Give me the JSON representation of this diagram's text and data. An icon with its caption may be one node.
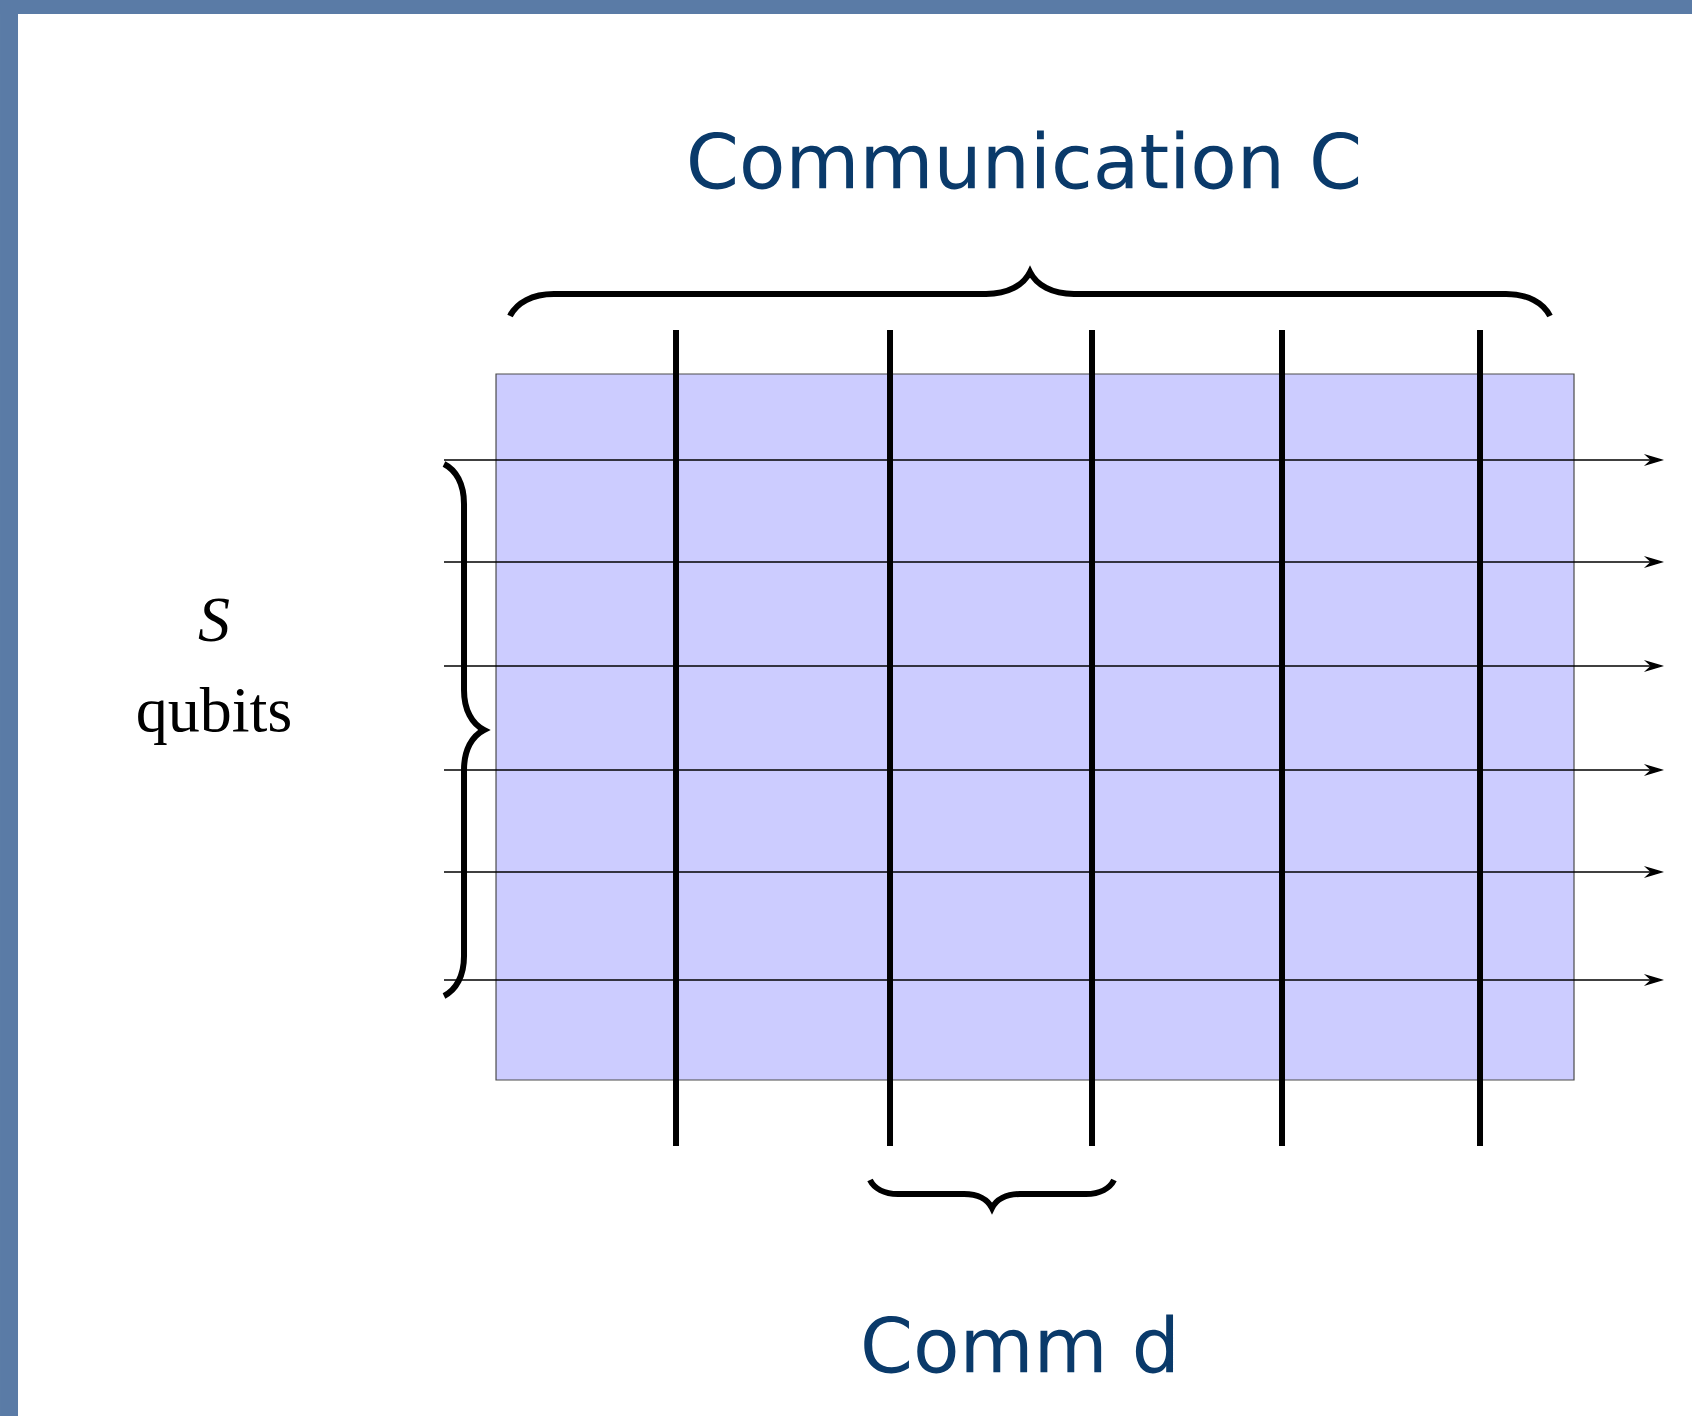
{
  "diagram": {
    "labels": [
      "Communication C",
      "S",
      "qubits",
      "Comm d"
    ]
  }
}
